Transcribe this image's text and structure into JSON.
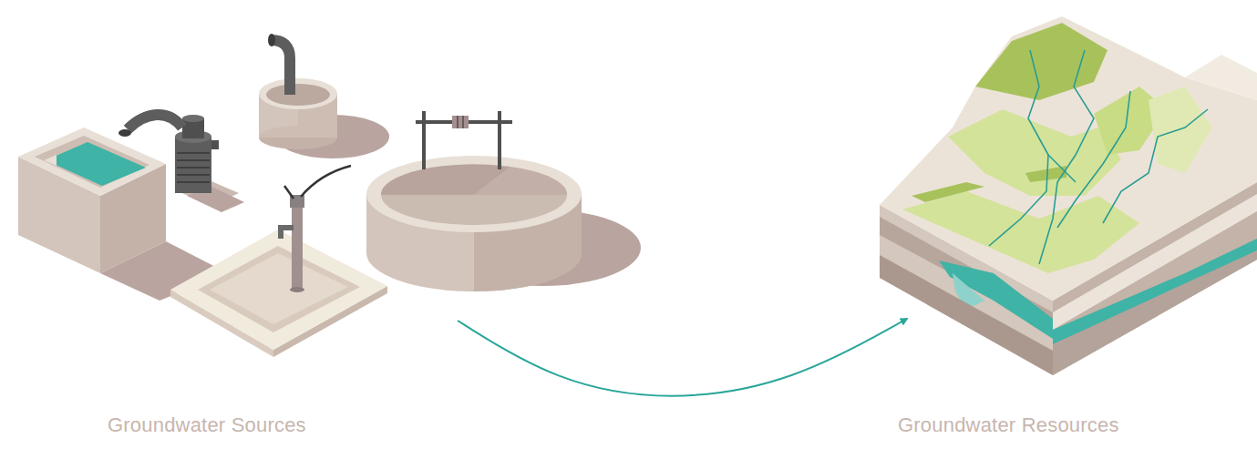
{
  "diagram": {
    "nodes": [
      {
        "text": [
          "Groundwater Sources"
        ]
      },
      {
        "text": [
          "Groundwater Resources"
        ]
      }
    ],
    "edges": [
      {
        "from": 0,
        "to": 1,
        "arrow": "to"
      }
    ]
  }
}
